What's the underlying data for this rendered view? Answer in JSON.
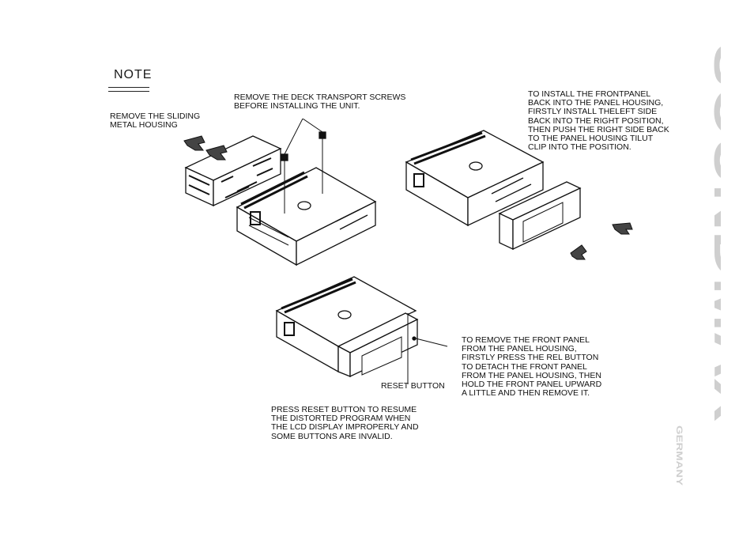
{
  "note": {
    "title": "NOTE"
  },
  "instructions": {
    "sliding_housing": "REMOVE THE SLIDING\nMETAL HOUSING",
    "transport_screws": "REMOVE THE DECK TRANSPORT SCREWS\nBEFORE INSTALLING THE UNIT.",
    "install_frontpanel": "TO INSTALL THE FRONTPANEL\nBACK INTO THE PANEL HOUSING,\nFIRSTLY INSTALL THELEFT SIDE\nBACK INTO THE RIGHT POSITION,\nTHEN PUSH THE RIGHT SIDE BACK\nTO THE PANEL HOUSING TILUT\nCLIP INTO THE POSITION.",
    "remove_frontpanel": "TO REMOVE THE FRONT PANEL\nFROM THE PANEL HOUSING,\nFIRSTLY PRESS THE REL BUTTON\nTO DETACH THE FRONT PANEL\nFROM THE PANEL HOUSING, THEN\nHOLD THE FRONT PANEL UPWARD\nA LITTLE AND THEN REMOVE IT.",
    "reset_button": "RESET BUTTON",
    "press_reset": "PRESS RESET BUTTON TO RESUME\nTHE DISTORTED PROGRAM WHEN\nTHE LCD DISPLAY IMPROPERLY AND\nSOME BUTTONS ARE INVALID."
  },
  "brand": {
    "name": "SOUNDMAX",
    "sub": "GERMANY",
    "color": "#cfcfcf"
  }
}
